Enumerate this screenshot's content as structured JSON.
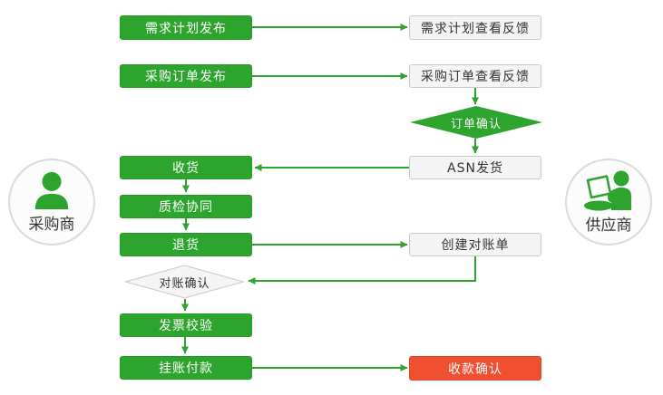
{
  "diagram": {
    "actors": {
      "buyer": {
        "label": "采购商"
      },
      "supplier": {
        "label": "供应商"
      }
    },
    "nodes": {
      "demand_plan_publish": {
        "label": "需求计划发布"
      },
      "demand_plan_feedback": {
        "label": "需求计划查看反馈"
      },
      "po_publish": {
        "label": "采购订单发布"
      },
      "po_feedback": {
        "label": "采购订单查看反馈"
      },
      "order_confirm": {
        "label": "订单确认"
      },
      "receive": {
        "label": "收货"
      },
      "asn_ship": {
        "label": "ASN发货"
      },
      "quality_collab": {
        "label": "质检协同"
      },
      "returns": {
        "label": "退货"
      },
      "create_statement": {
        "label": "创建对账单"
      },
      "statement_confirm": {
        "label": "对账确认"
      },
      "invoice_verify": {
        "label": "发票校验"
      },
      "book_payment": {
        "label": "挂账付款"
      },
      "receipt_confirm": {
        "label": "收款确认"
      }
    },
    "colors": {
      "process_green": "#2DA42D",
      "highlight_red": "#F04F30",
      "neutral_fill": "#F5F5F5",
      "neutral_border": "#C9C9C9",
      "text_dark": "#333333",
      "text_light": "#FFFFFF"
    }
  }
}
